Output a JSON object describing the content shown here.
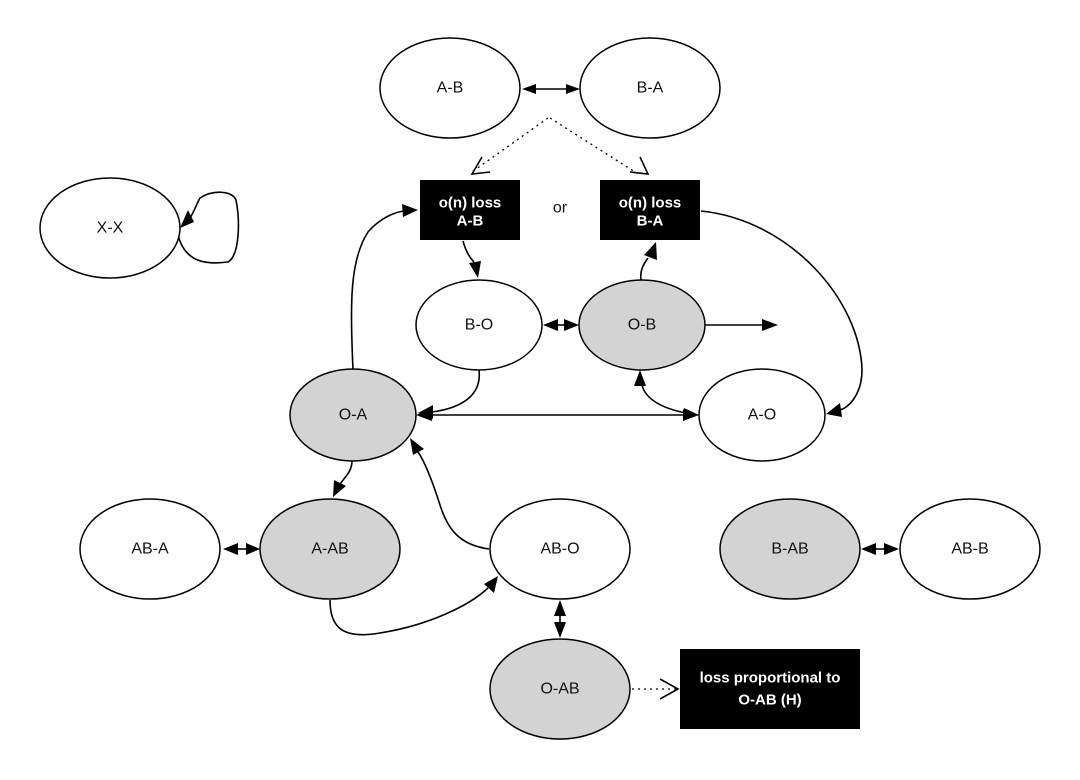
{
  "colors": {
    "node_white": "#ffffff",
    "node_gray": "#d3d3d3",
    "box_fill": "#000000",
    "stroke": "#000000"
  },
  "nodes": {
    "x_x": {
      "label": "X-X",
      "fill": "white"
    },
    "a_b": {
      "label": "A-B",
      "fill": "white"
    },
    "b_a": {
      "label": "B-A",
      "fill": "white"
    },
    "b_o": {
      "label": "B-O",
      "fill": "white"
    },
    "o_b": {
      "label": "O-B",
      "fill": "gray"
    },
    "o_a": {
      "label": "O-A",
      "fill": "gray"
    },
    "a_o": {
      "label": "A-O",
      "fill": "white"
    },
    "ab_a": {
      "label": "AB-A",
      "fill": "white"
    },
    "a_ab": {
      "label": "A-AB",
      "fill": "gray"
    },
    "ab_o": {
      "label": "AB-O",
      "fill": "white"
    },
    "b_ab": {
      "label": "B-AB",
      "fill": "gray"
    },
    "ab_b": {
      "label": "AB-B",
      "fill": "white"
    },
    "o_ab": {
      "label": "O-AB",
      "fill": "gray"
    }
  },
  "boxes": {
    "loss_ab": {
      "line1": "o(n) loss",
      "line2": "A-B"
    },
    "loss_ba": {
      "line1": "o(n) loss",
      "line2": "B-A"
    },
    "loss_oab": {
      "line1": "loss proportional to",
      "line2": "O-AB (H)"
    }
  },
  "labels": {
    "or": "or"
  }
}
